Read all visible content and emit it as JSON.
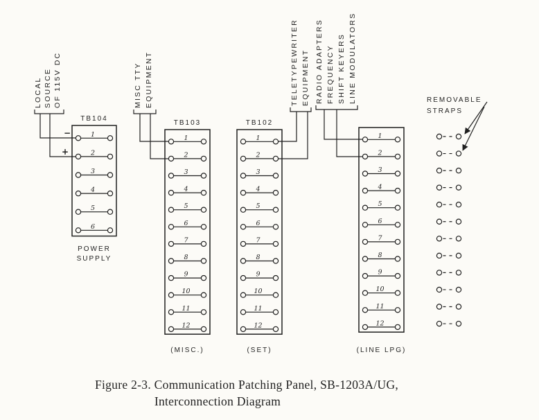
{
  "figure_caption": {
    "line1": "Figure 2-3.  Communication Patching Panel, SB-1203A/UG,",
    "line2": "Interconnection Diagram"
  },
  "colors": {
    "ink": "#1f1f1f",
    "paper": "#fcfbf7"
  },
  "blocks": [
    {
      "id": "tb104",
      "title": "TB104",
      "terminals": [
        "1",
        "2",
        "3",
        "4",
        "5",
        "6"
      ],
      "caption": [
        "POWER",
        "SUPPLY"
      ]
    },
    {
      "id": "tb103",
      "title": "TB103",
      "terminals": [
        "1",
        "2",
        "3",
        "4",
        "5",
        "6",
        "7",
        "8",
        "9",
        "10",
        "11",
        "12"
      ],
      "caption": [
        "(MISC.)"
      ]
    },
    {
      "id": "tb102",
      "title": "TB102",
      "terminals": [
        "1",
        "2",
        "3",
        "4",
        "5",
        "6",
        "7",
        "8",
        "9",
        "10",
        "11",
        "12"
      ],
      "caption": [
        "(SET)"
      ]
    },
    {
      "id": "tb101",
      "title": "",
      "terminals": [
        "1",
        "2",
        "3",
        "4",
        "5",
        "6",
        "7",
        "8",
        "9",
        "10",
        "11",
        "12"
      ],
      "caption": [
        "(LINE LPG)"
      ]
    }
  ],
  "equipment_labels": {
    "local_source": [
      "LOCAL",
      "SOURCE",
      "OF 115V DC"
    ],
    "misc_tty": [
      "MISC TTY",
      "EQUIPMENT"
    ],
    "teletypewriter": [
      "TELETYPEWRITER",
      "EQUIPMENT"
    ],
    "radio": [
      "RADIO ADAPTERS",
      "FREQUENCY",
      "SHIFT KEYERS",
      "LINE MODULATORS"
    ]
  },
  "polarity": {
    "minus": "−",
    "plus": "+"
  },
  "removable_straps": {
    "label_line1": "REMOVABLE",
    "label_line2": "STRAPS",
    "count": 12
  }
}
